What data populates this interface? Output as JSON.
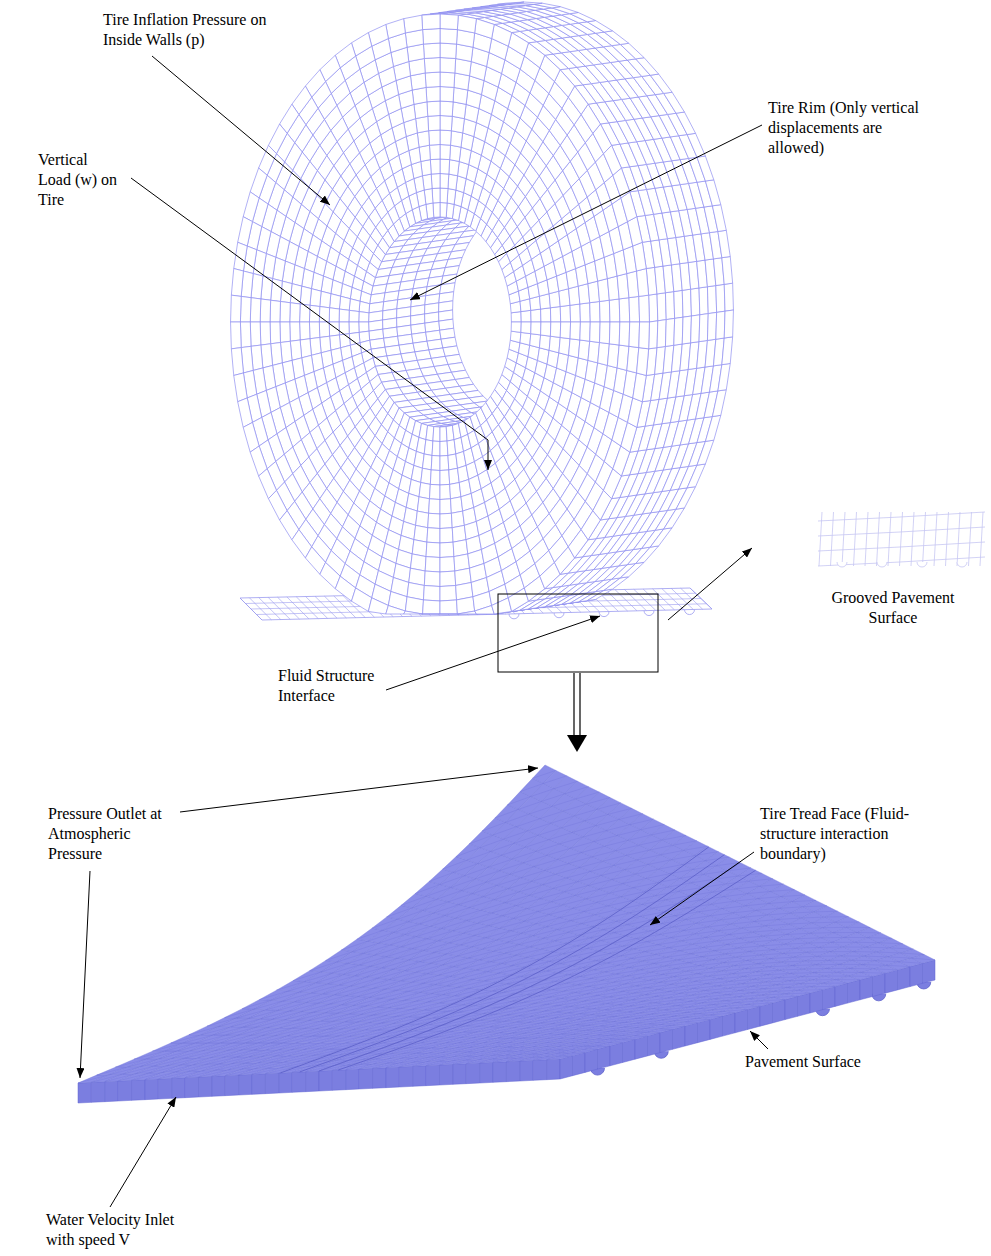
{
  "diagram": {
    "labels": [
      "Tire Inflation Pressure on Inside Walls (p)",
      "Vertical Load (w) on Tire",
      "Tire Rim (Only vertical displacements are allowed)",
      "Grooved Pavement Surface",
      "Fluid Structure Interface",
      "Pressure Outlet at Atmospheric Pressure",
      "Tire Tread Face (Fluid-structure interaction boundary)",
      "Pavement Surface",
      "Water Velocity Inlet with speed V"
    ]
  }
}
